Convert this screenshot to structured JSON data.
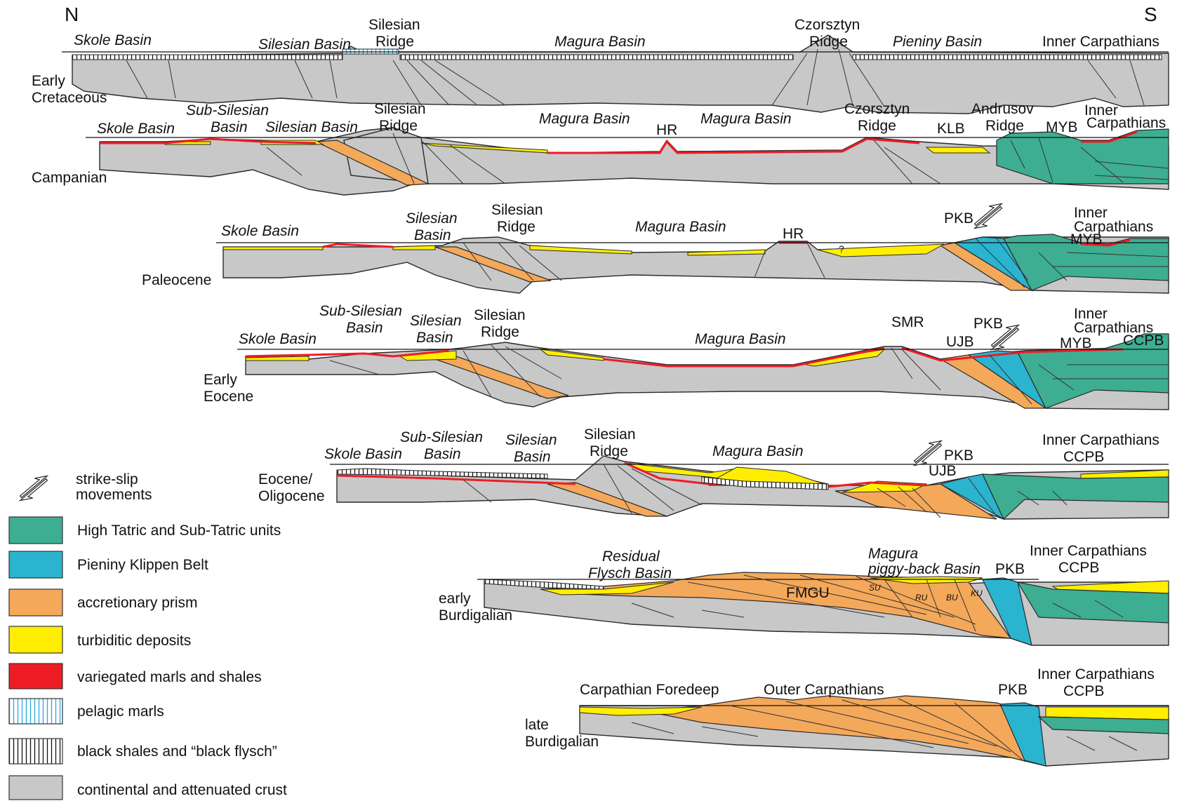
{
  "colors": {
    "high_tatric": "#3dae92",
    "pkb": "#2bb4d0",
    "prism": "#f4a85a",
    "turbidites": "#ffee00",
    "variegated": "#ee1c25",
    "pelagic": "#29a8e0",
    "crust": "#c8c8c8"
  },
  "compass": {
    "north": "N",
    "south": "S"
  },
  "sections": {
    "s1": {
      "age": [
        "Early",
        "Cretaceous"
      ],
      "labels": {
        "skole": "Skole Basin",
        "silesian_basin": "Silesian Basin",
        "silesian_ridge": [
          "Silesian",
          "Ridge"
        ],
        "magura": "Magura Basin",
        "czorsztyn": [
          "Czorsztyn",
          "Ridge"
        ],
        "pieniny": "Pieniny Basin",
        "inner": "Inner Carpathians"
      }
    },
    "s2": {
      "age": [
        "Campanian"
      ],
      "labels": {
        "skole": "Skole Basin",
        "subsilesian": [
          "Sub-Silesian",
          "Basin"
        ],
        "silesian_basin": "Silesian Basin",
        "silesian_ridge": [
          "Silesian",
          "Ridge"
        ],
        "magura1": "Magura Basin",
        "hr": "HR",
        "magura2": "Magura Basin",
        "czorsztyn": [
          "Czorsztyn",
          "Ridge"
        ],
        "klb": "KLB",
        "andrusov": [
          "Andrusov",
          "Ridge"
        ],
        "myb": "MYB",
        "inner": [
          "Inner",
          "Carpathians"
        ]
      }
    },
    "s3": {
      "age": [
        "Paleocene"
      ],
      "labels": {
        "skole": "Skole Basin",
        "silesian_basin": [
          "Silesian",
          "Basin"
        ],
        "silesian_ridge": [
          "Silesian",
          "Ridge"
        ],
        "magura": "Magura Basin",
        "hr": "HR",
        "question": "?",
        "pkb": "PKB",
        "inner": [
          "Inner",
          "Carpathians"
        ],
        "myb": "MYB"
      }
    },
    "s4": {
      "age": [
        "Early",
        "Eocene"
      ],
      "labels": {
        "skole": "Skole Basin",
        "subsilesian": [
          "Sub-Silesian",
          "Basin"
        ],
        "silesian_basin": [
          "Silesian",
          "Basin"
        ],
        "silesian_ridge": [
          "Silesian",
          "Ridge"
        ],
        "magura": "Magura Basin",
        "smr": "SMR",
        "pkb": "PKB",
        "ujb": "UJB",
        "inner": [
          "Inner",
          "Carpathians"
        ],
        "myb": "MYB",
        "ccpb": "CCPB"
      }
    },
    "s5": {
      "age": [
        "Eocene/",
        "Oligocene"
      ],
      "labels": {
        "skole": "Skole Basin",
        "subsilesian": [
          "Sub-Silesian",
          "Basin"
        ],
        "silesian_basin": [
          "Silesian",
          "Basin"
        ],
        "silesian_ridge": [
          "Silesian",
          "Ridge"
        ],
        "magura": "Magura Basin",
        "pkb": "PKB",
        "ujb": "UJB",
        "inner": [
          "Inner Carpathians",
          "CCPB"
        ]
      }
    },
    "s6": {
      "age": [
        "early",
        "Burdigalian"
      ],
      "labels": {
        "residual": [
          "Residual",
          "Flysch  Basin"
        ],
        "magura": [
          "Magura",
          "piggy-back Basin"
        ],
        "pkb": "PKB",
        "inner": [
          "Inner Carpathians",
          "CCPB"
        ],
        "fmgu": "FMGU",
        "su": "SU",
        "ru": "RU",
        "bu": "BU",
        "ku": "KU"
      }
    },
    "s7": {
      "age": [
        "late",
        "Burdigalian"
      ],
      "labels": {
        "foredeep": "Carpathian Foredeep",
        "outer": "Outer Carpathians",
        "pkb": "PKB",
        "inner": [
          "Inner Carpathians",
          "CCPB"
        ]
      }
    }
  },
  "legend": [
    {
      "key": "strikeslip",
      "label": [
        "strike-slip",
        "movements"
      ]
    },
    {
      "key": "tatric",
      "label": "High Tatric and Sub-Tatric units"
    },
    {
      "key": "pkb",
      "label": "Pieniny Klippen Belt"
    },
    {
      "key": "prism",
      "label": "accretionary prism"
    },
    {
      "key": "turb",
      "label": "turbiditic deposits"
    },
    {
      "key": "marl",
      "label": "variegated marls and shales"
    },
    {
      "key": "pelagic",
      "label": "pelagic marls"
    },
    {
      "key": "black",
      "label": "black shales and “black flysch”"
    },
    {
      "key": "crust",
      "label": "continental and attenuated crust"
    }
  ]
}
